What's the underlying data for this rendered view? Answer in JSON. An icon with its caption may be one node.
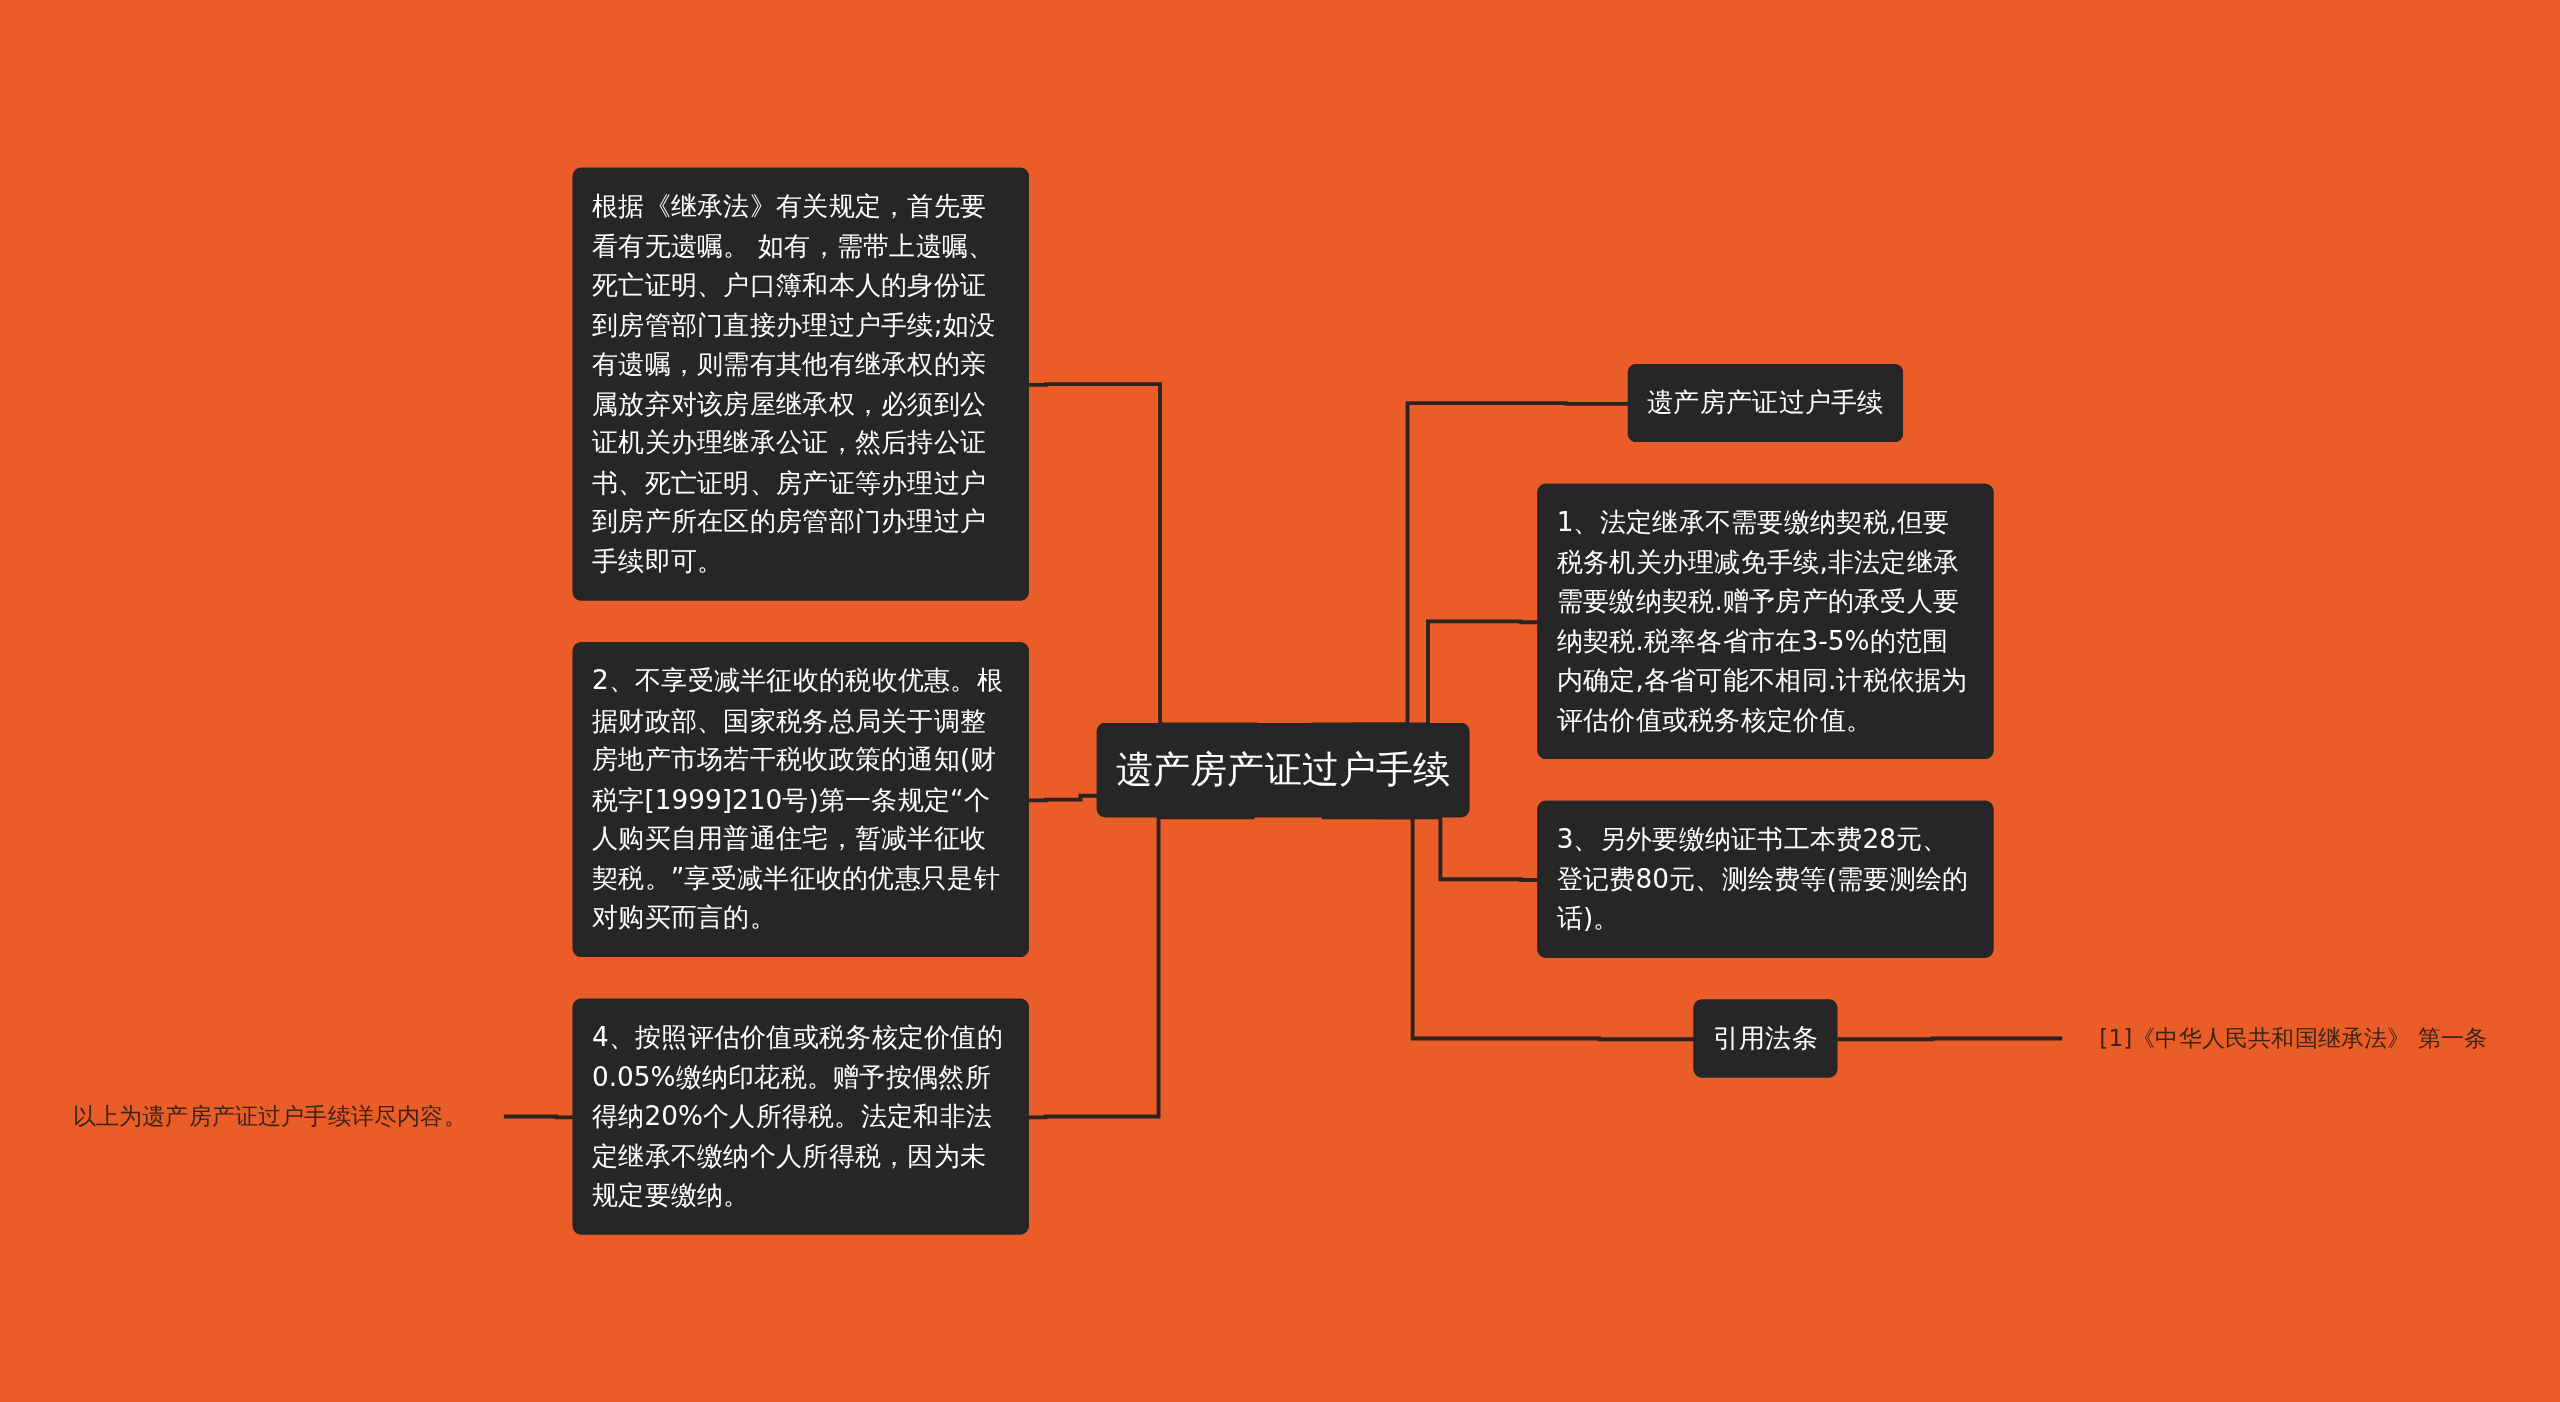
{
  "diagram": {
    "nodes": [
      {
        "text": [
          "遗产房产证过户手续"
        ]
      },
      {
        "text": [
          "根据《继承法》有关规定，首先要看有无遗嘱。 如有，需带上遗嘱、死亡证明、户口簿和本人的身份证到房管部门直接办理过户手续;如没有遗嘱，则需有其他有继承权的亲属放弃对该房屋继承权，必须到公证机关办理继承公证，然后持公证书、死亡证明、房产证等办理过户到房产所在区的房管部门办理过户手续即可。"
        ]
      },
      {
        "text": [
          "2、不享受减半征收的税收优惠。根据财政部、国家税务总局关于调整房地产市场若干税收政策的通知(财税字[1999]210号)第一条规定“个人购买自用普通住宅，暂减半征收契税。”享受减半征收的优惠只是针对购买而言的。"
        ]
      },
      {
        "text": [
          "4、按照评估价值或税务核定价值的0.05%缴纳印花税。赠予按偶然所得纳20%个人所得税。法定和非法定继承不缴纳个人所得税，因为未规定要缴纳。"
        ]
      },
      {
        "text": [
          "以上为遗产房产证过户手续详尽内容。"
        ]
      },
      {
        "text": [
          "遗产房产证过户手续"
        ]
      },
      {
        "text": [
          "1、法定继承不需要缴纳契税,但要税务机关办理减免手续,非法定继承需要缴纳契税.赠予房产的承受人要纳契税.税率各省市在3-5%的范围内确定,各省可能不相同.计税依据为评估价值或税务核定价值。"
        ]
      },
      {
        "text": [
          "3、另外要缴纳证书工本费28元、登记费80元、测绘费等(需要测绘的话)。"
        ]
      },
      {
        "text": [
          "引用法条"
        ]
      },
      {
        "text": [
          "[1]《中华人民共和国继承法》 第一条"
        ]
      }
    ],
    "edges": [
      {
        "from": 1,
        "to": 0,
        "arrow": "none"
      },
      {
        "from": 2,
        "to": 0,
        "arrow": "none"
      },
      {
        "from": 3,
        "to": 0,
        "arrow": "none"
      },
      {
        "from": 4,
        "to": 3,
        "arrow": "none"
      },
      {
        "from": 0,
        "to": 5,
        "arrow": "none"
      },
      {
        "from": 0,
        "to": 6,
        "arrow": "none"
      },
      {
        "from": 0,
        "to": 7,
        "arrow": "none"
      },
      {
        "from": 0,
        "to": 8,
        "arrow": "none"
      },
      {
        "from": 8,
        "to": 9,
        "arrow": "none"
      }
    ]
  }
}
